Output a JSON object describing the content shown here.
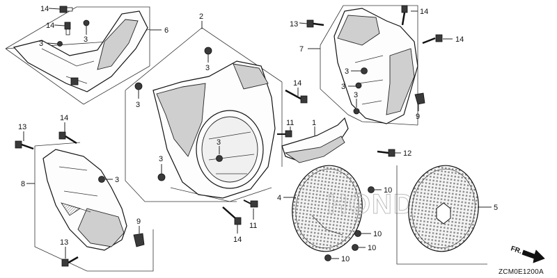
{
  "diagram_code": "ZCM0E1200A",
  "front_indicator": "FR.",
  "watermark": "HONDA",
  "callouts": {
    "c1": "1",
    "c2": "2",
    "c3": "3",
    "c4": "4",
    "c5": "5",
    "c6": "6",
    "c7": "7",
    "c8": "8",
    "c9": "9",
    "c10": "10",
    "c11": "11",
    "c12": "12",
    "c13": "13",
    "c14": "14"
  }
}
